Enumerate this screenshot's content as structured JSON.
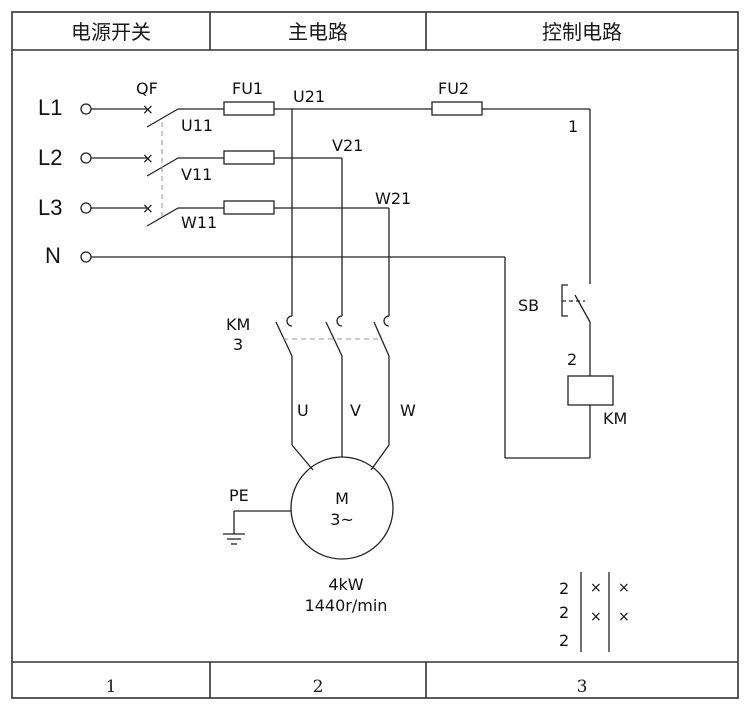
{
  "header": {
    "power_switch": "电源开关",
    "main_circuit": "主电路",
    "control_circuit": "控制电路"
  },
  "footer": {
    "col1": "1",
    "col2": "2",
    "col3": "3"
  },
  "lines": {
    "l1": "L1",
    "l2": "L2",
    "l3": "L3",
    "n": "N"
  },
  "breaker": {
    "name": "QF",
    "out1": "U11",
    "out2": "V11",
    "out3": "W11"
  },
  "fuses": {
    "fu1": "FU1",
    "fu2": "FU2"
  },
  "nodes": {
    "u21": "U21",
    "v21": "V21",
    "w21": "W21",
    "n1": "1",
    "n2": "2"
  },
  "contactor": {
    "name": "KM",
    "count": "3",
    "coil_label": "KM"
  },
  "pushbutton": {
    "name": "SB"
  },
  "motor": {
    "phase_u": "U",
    "phase_v": "V",
    "phase_w": "W",
    "symbol": "M",
    "type": "3~",
    "power": "4kW",
    "speed": "1440r/min",
    "ground": "PE"
  },
  "contact_table": {
    "rows": [
      {
        "count": "2",
        "mark_a": "×",
        "mark_b": "×"
      },
      {
        "count": "2",
        "mark_a": "×",
        "mark_b": "×"
      },
      {
        "count": "2",
        "mark_a": "",
        "mark_b": ""
      }
    ]
  }
}
